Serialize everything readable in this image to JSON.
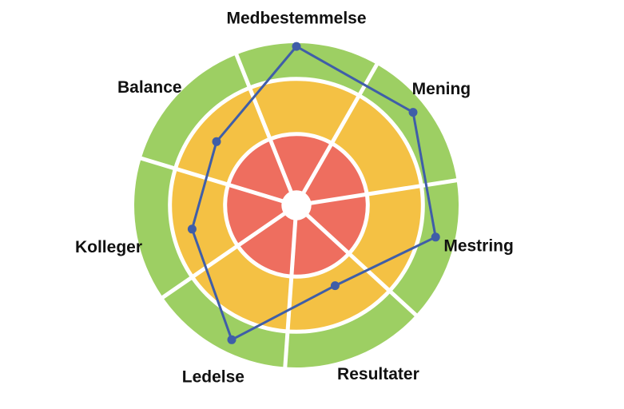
{
  "chart_data": {
    "type": "radar",
    "axes": [
      "Medbestemmelse",
      "Mening",
      "Mestring",
      "Resultater",
      "Ledelse",
      "Kolleger",
      "Balance"
    ],
    "values": [
      0.98,
      0.92,
      0.88,
      0.55,
      0.92,
      0.66,
      0.63
    ],
    "range": [
      0,
      1
    ],
    "bands": [
      {
        "from": 0.0,
        "to": 0.08,
        "color": "#ffffff"
      },
      {
        "from": 0.08,
        "to": 0.44,
        "color": "#ee6e5f"
      },
      {
        "from": 0.44,
        "to": 0.78,
        "color": "#f4c144"
      },
      {
        "from": 0.78,
        "to": 1.0,
        "color": "#9dcf63"
      }
    ],
    "line_color": "#3f5ea8",
    "separator_color": "#ffffff"
  }
}
